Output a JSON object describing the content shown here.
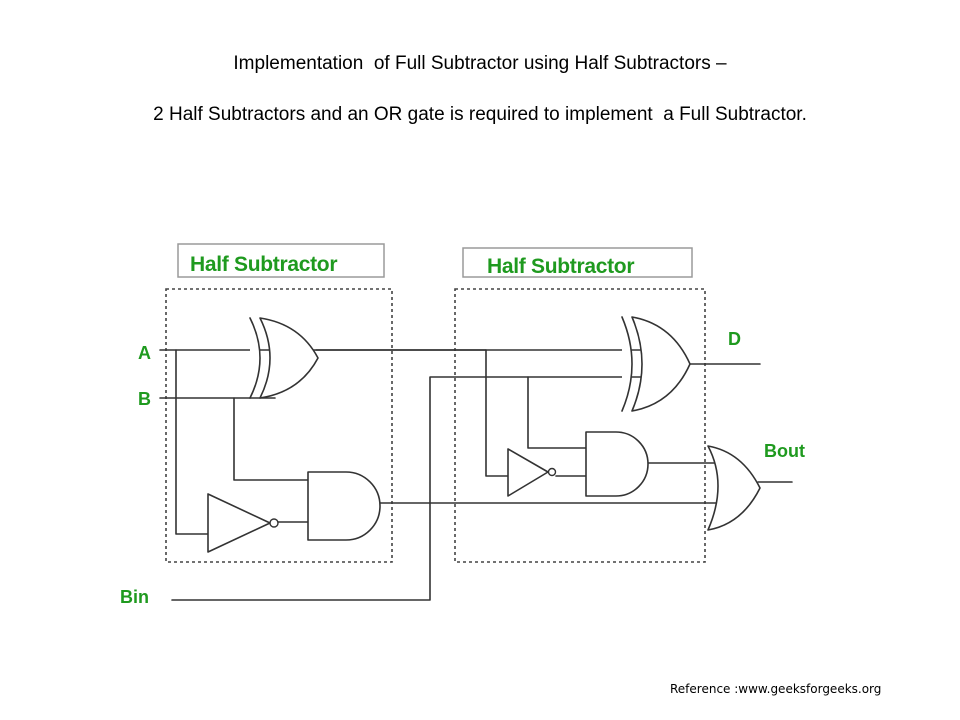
{
  "title": "Implementation  of Full Subtractor using Half Subtractors –",
  "subtitle": "2 Half Subtractors and an OR gate is required to implement  a Full Subtractor.",
  "diagram": {
    "blocks": [
      {
        "label": "Half Subtractor"
      },
      {
        "label": "Half Subtractor"
      }
    ],
    "inputs": {
      "a": "A",
      "b": "B",
      "bin": "Bin"
    },
    "outputs": {
      "d": "D",
      "bout": "Bout"
    },
    "accent_color": "#1f9a1f"
  },
  "reference": "Reference :www.geeksforgeeks.org"
}
